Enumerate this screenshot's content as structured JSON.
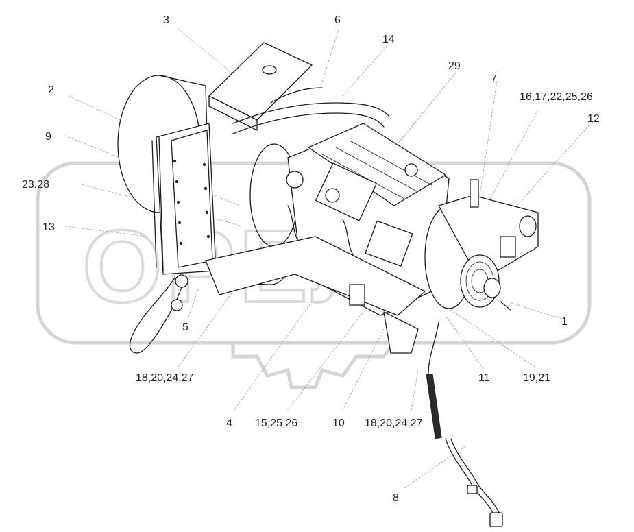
{
  "callouts": [
    {
      "id": "c3",
      "text": "3"
    },
    {
      "id": "c6",
      "text": "6"
    },
    {
      "id": "c14",
      "text": "14"
    },
    {
      "id": "c29",
      "text": "29"
    },
    {
      "id": "c2",
      "text": "2"
    },
    {
      "id": "c7",
      "text": "7"
    },
    {
      "id": "c16",
      "text": "16,17,22,25,26"
    },
    {
      "id": "c12",
      "text": "12"
    },
    {
      "id": "c9",
      "text": "9"
    },
    {
      "id": "c23",
      "text": "23,28"
    },
    {
      "id": "c13",
      "text": "13"
    },
    {
      "id": "c1",
      "text": "1"
    },
    {
      "id": "c5",
      "text": "5"
    },
    {
      "id": "c18a",
      "text": "18,20,24,27"
    },
    {
      "id": "c11",
      "text": "11"
    },
    {
      "id": "c19",
      "text": "19,21"
    },
    {
      "id": "c4",
      "text": "4"
    },
    {
      "id": "c15",
      "text": "15,25,26"
    },
    {
      "id": "c10",
      "text": "10"
    },
    {
      "id": "c18b",
      "text": "18,20,24,27"
    },
    {
      "id": "c8",
      "text": "8"
    }
  ]
}
